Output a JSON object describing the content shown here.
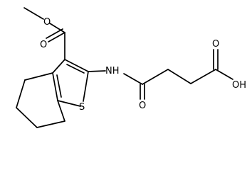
{
  "molecule": {
    "atoms": [
      {
        "id": "o_ester_methoxy",
        "text": "O"
      },
      {
        "id": "o_ester_carbonyl",
        "text": "O"
      },
      {
        "id": "n_amide",
        "text": "NH"
      },
      {
        "id": "s_thiophene",
        "text": "S"
      },
      {
        "id": "o_amide",
        "text": "O"
      },
      {
        "id": "o_acid_carbonyl",
        "text": "O"
      },
      {
        "id": "o_acid_hydroxyl",
        "text": "OH"
      }
    ]
  }
}
